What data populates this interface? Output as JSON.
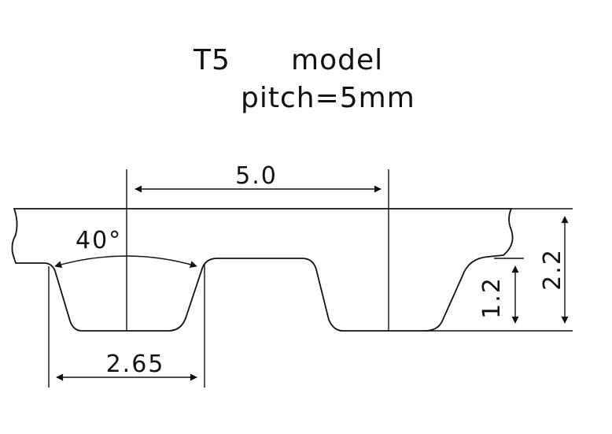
{
  "title": {
    "model_code": "T5",
    "model_label": "model",
    "pitch": "pitch=5mm"
  },
  "dimensions": {
    "pitch": "5.0",
    "angle": "40°",
    "tooth_width": "2.65",
    "tooth_height": "1.2",
    "total_height": "2.2"
  }
}
